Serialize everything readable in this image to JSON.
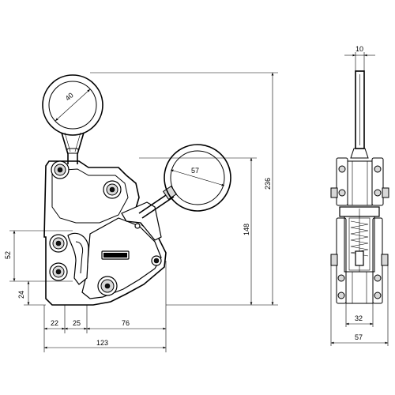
{
  "dimensions": {
    "ring_diameter": "40",
    "swivel_ring_diameter": "57",
    "overall_height": "236",
    "body_height": "148",
    "jaw_opening": "52",
    "jaw_offset": "24",
    "dim_a": "22",
    "dim_b": "25",
    "dim_c": "76",
    "overall_width": "123",
    "side_thickness": "10",
    "side_body_width": "32",
    "side_overall_width": "57"
  }
}
